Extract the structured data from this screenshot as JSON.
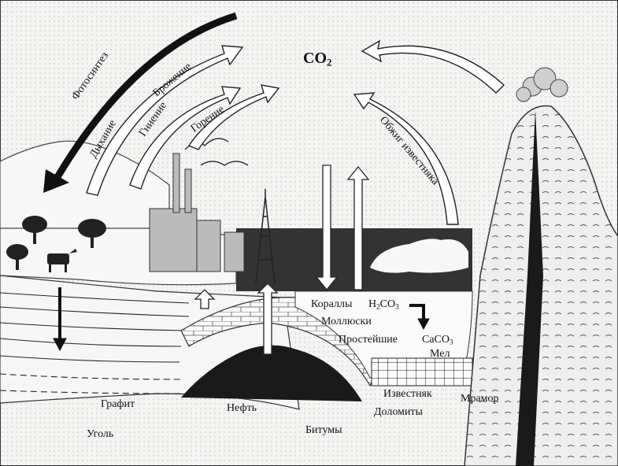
{
  "title": {
    "main": "CO",
    "sub": "2"
  },
  "arrow_labels": {
    "photosynthesis": "Фотосинтез",
    "fermentation": "Брожение",
    "respiration": "Дыхание",
    "decay": "Гниение",
    "combustion": "Горение",
    "limestone_burning": "Обжиг известняка"
  },
  "marine": {
    "corals": "Кораллы",
    "carbonic_acid": {
      "h": "H",
      "h_sub": "2",
      "c": "CO",
      "c_sub": "3"
    },
    "mollusks": "Моллюски",
    "protozoa": "Простейшие",
    "calcium_carbonate": {
      "base": "CaCO",
      "sub": "3"
    },
    "chalk": "Мел"
  },
  "deposits": {
    "graphite": "Графит",
    "oil": "Нефть",
    "coal": "Уголь",
    "bitumen": "Битумы",
    "limestone": "Известняк",
    "dolomites": "Доломиты",
    "marble": "Мрамор"
  }
}
